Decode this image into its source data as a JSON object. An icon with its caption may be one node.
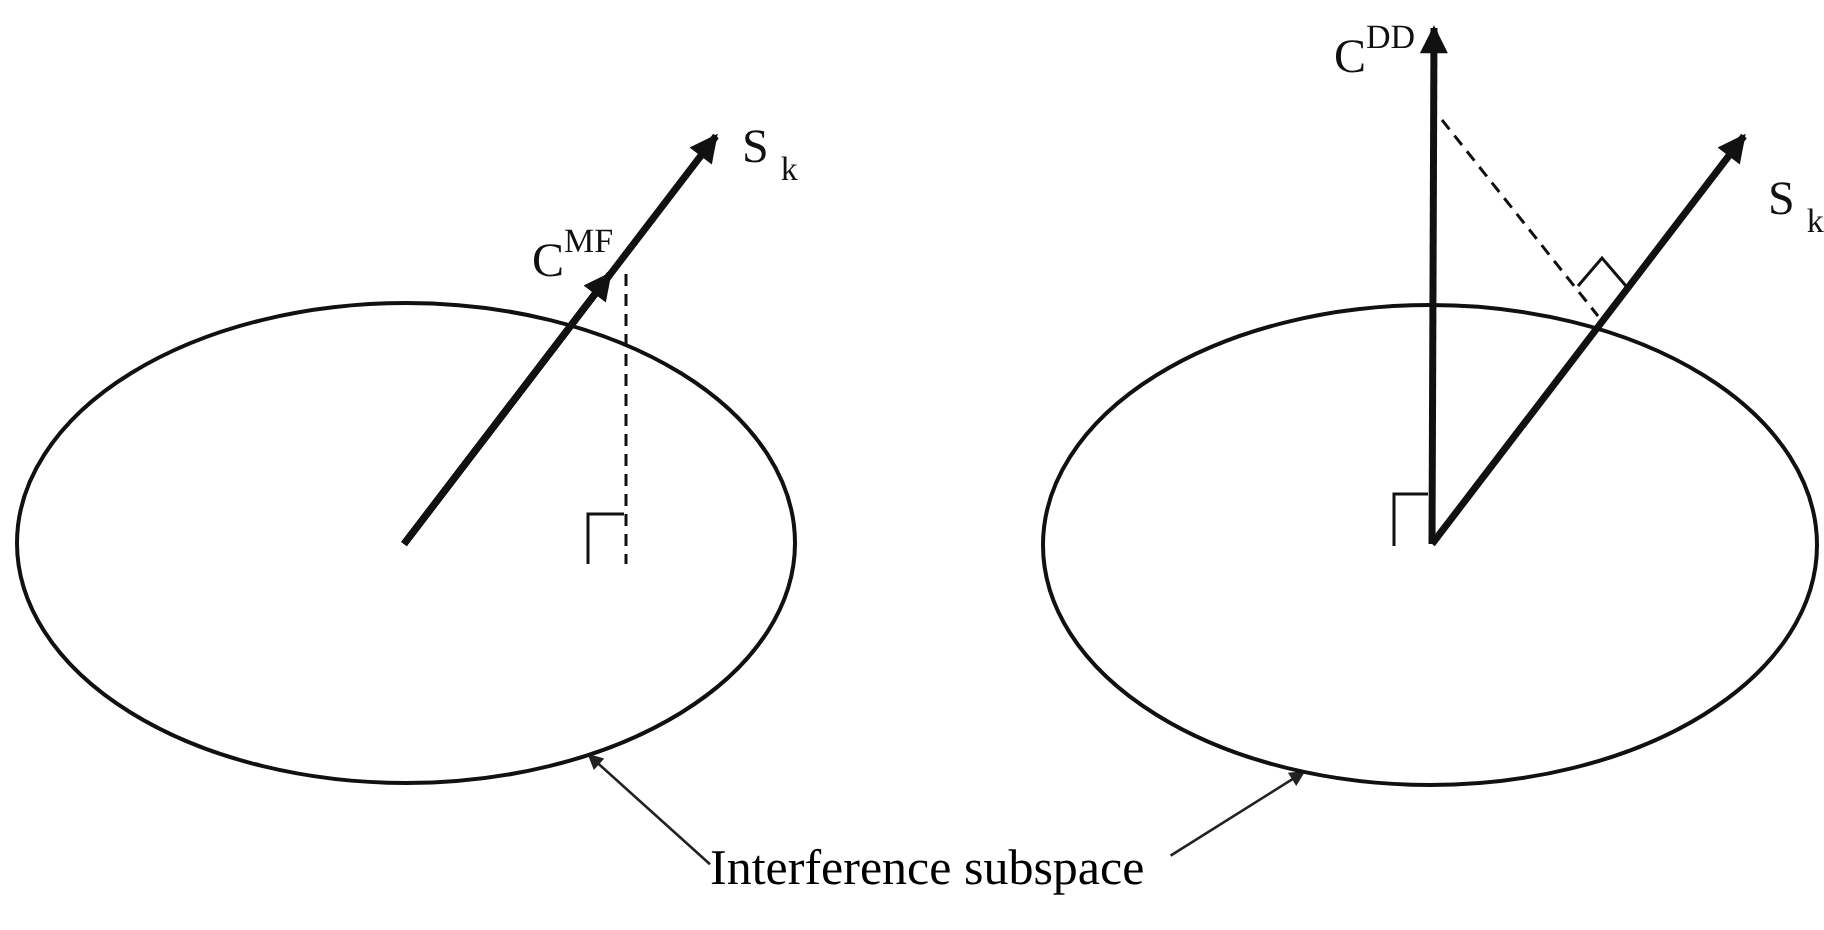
{
  "diagram": {
    "nodes": [
      {
        "text": [],
        "shape": "ellipse"
      },
      {
        "text": [],
        "shape": "ellipse"
      },
      {
        "text": [
          "Interference subspace"
        ]
      }
    ],
    "edges": [
      {
        "from": 2,
        "to": 0,
        "arrow": "to"
      },
      {
        "from": 2,
        "to": 1,
        "arrow": "to"
      }
    ],
    "labels": [
      "S$_{k}$",
      "C$^{MF}$",
      "C$^{DD}$",
      "S$_{k}$"
    ]
  }
}
